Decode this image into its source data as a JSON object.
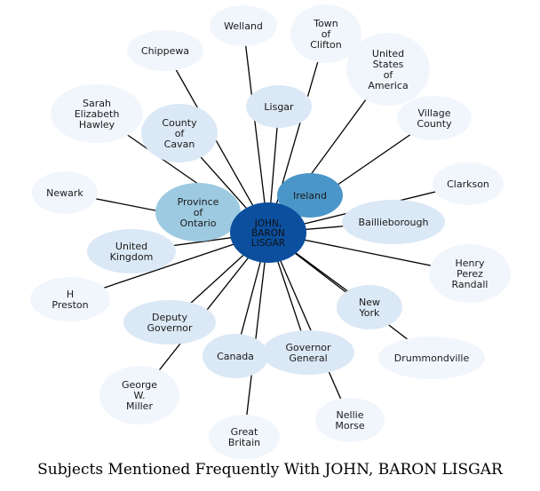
{
  "caption": "Subjects Mentioned Frequently With JOHN, BARON LISGAR",
  "colors": {
    "center": "#0b4f9e",
    "strong": "#4b96c8",
    "medium": "#9ecae1",
    "light": "#dbe8f5",
    "faint": "#f1f6fc",
    "edge": "#000000"
  },
  "center": {
    "id": "center",
    "lines": [
      "JOHN,",
      "BARON",
      "LISGAR"
    ]
  },
  "nodes": [
    {
      "id": "welland",
      "lines": [
        "Welland"
      ],
      "tone": "faint"
    },
    {
      "id": "town-of-clifton",
      "lines": [
        "Town",
        "of",
        "Clifton"
      ],
      "tone": "faint"
    },
    {
      "id": "chippewa",
      "lines": [
        "Chippewa"
      ],
      "tone": "faint"
    },
    {
      "id": "united-states-of-america",
      "lines": [
        "United",
        "States",
        "of",
        "America"
      ],
      "tone": "faint"
    },
    {
      "id": "sarah-elizabeth-hawley",
      "lines": [
        "Sarah",
        "Elizabeth",
        "Hawley"
      ],
      "tone": "faint"
    },
    {
      "id": "lisgar",
      "lines": [
        "Lisgar"
      ],
      "tone": "light"
    },
    {
      "id": "village-county",
      "lines": [
        "Village",
        "County"
      ],
      "tone": "faint"
    },
    {
      "id": "county-of-cavan",
      "lines": [
        "County",
        "of",
        "Cavan"
      ],
      "tone": "light"
    },
    {
      "id": "clarkson",
      "lines": [
        "Clarkson"
      ],
      "tone": "faint"
    },
    {
      "id": "newark",
      "lines": [
        "Newark"
      ],
      "tone": "faint"
    },
    {
      "id": "ireland",
      "lines": [
        "Ireland"
      ],
      "tone": "strong"
    },
    {
      "id": "province-of-ontario",
      "lines": [
        "Province",
        "of",
        "Ontario"
      ],
      "tone": "medium"
    },
    {
      "id": "baillieborough",
      "lines": [
        "Baillieborough"
      ],
      "tone": "light"
    },
    {
      "id": "united-kingdom",
      "lines": [
        "United",
        "Kingdom"
      ],
      "tone": "light"
    },
    {
      "id": "henry-perez-randall",
      "lines": [
        "Henry",
        "Perez",
        "Randall"
      ],
      "tone": "faint"
    },
    {
      "id": "h-preston",
      "lines": [
        "H",
        "Preston"
      ],
      "tone": "faint"
    },
    {
      "id": "new-york",
      "lines": [
        "New",
        "York"
      ],
      "tone": "light"
    },
    {
      "id": "deputy-governor",
      "lines": [
        "Deputy",
        "Governor"
      ],
      "tone": "light"
    },
    {
      "id": "drummondville",
      "lines": [
        "Drummondville"
      ],
      "tone": "faint"
    },
    {
      "id": "canada",
      "lines": [
        "Canada"
      ],
      "tone": "light"
    },
    {
      "id": "governor-general",
      "lines": [
        "Governor",
        "General"
      ],
      "tone": "light"
    },
    {
      "id": "george-w-miller",
      "lines": [
        "George",
        "W.",
        "Miller"
      ],
      "tone": "faint"
    },
    {
      "id": "nellie-morse",
      "lines": [
        "Nellie",
        "Morse"
      ],
      "tone": "faint"
    },
    {
      "id": "great-britain",
      "lines": [
        "Great",
        "Britain"
      ],
      "tone": "faint"
    }
  ],
  "edges": [
    [
      "center",
      "welland"
    ],
    [
      "center",
      "town-of-clifton"
    ],
    [
      "center",
      "chippewa"
    ],
    [
      "center",
      "united-states-of-america"
    ],
    [
      "center",
      "sarah-elizabeth-hawley"
    ],
    [
      "center",
      "lisgar"
    ],
    [
      "center",
      "village-county"
    ],
    [
      "center",
      "county-of-cavan"
    ],
    [
      "center",
      "clarkson"
    ],
    [
      "center",
      "newark"
    ],
    [
      "center",
      "ireland"
    ],
    [
      "center",
      "province-of-ontario"
    ],
    [
      "center",
      "baillieborough"
    ],
    [
      "center",
      "united-kingdom"
    ],
    [
      "center",
      "henry-perez-randall"
    ],
    [
      "center",
      "h-preston"
    ],
    [
      "center",
      "new-york"
    ],
    [
      "center",
      "deputy-governor"
    ],
    [
      "center",
      "drummondville"
    ],
    [
      "center",
      "canada"
    ],
    [
      "center",
      "governor-general"
    ],
    [
      "center",
      "george-w-miller"
    ],
    [
      "center",
      "nellie-morse"
    ],
    [
      "center",
      "great-britain"
    ]
  ]
}
